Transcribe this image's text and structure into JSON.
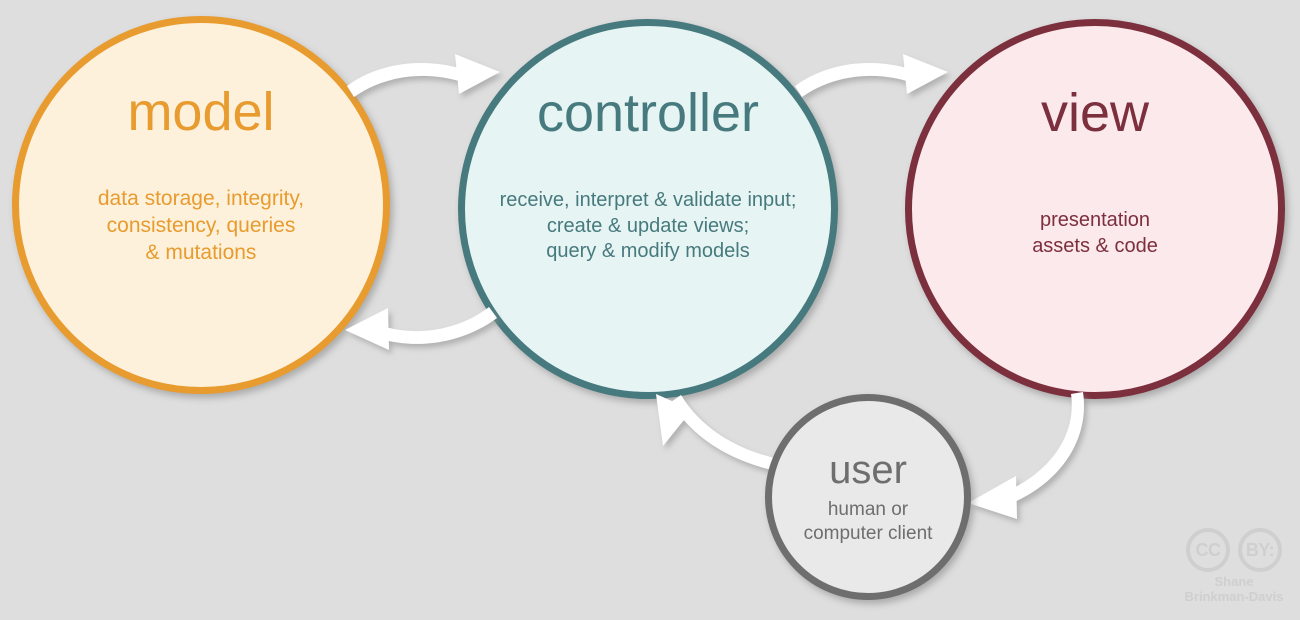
{
  "background_color": "#dedede",
  "nodes": {
    "model": {
      "title": "model",
      "description": "data storage, integrity,\nconsistency, queries\n& mutations",
      "border_color": "#e89b2e",
      "fill_color": "#fdf1db",
      "text_color": "#e89b2e"
    },
    "controller": {
      "title": "controller",
      "description": "receive, interpret & validate input;\ncreate & update views;\nquery & modify models",
      "border_color": "#477a7e",
      "fill_color": "#e6f4f3",
      "text_color": "#477a7e"
    },
    "view": {
      "title": "view",
      "description": "presentation\nassets & code",
      "border_color": "#7c2f3d",
      "fill_color": "#fbe9ec",
      "text_color": "#7c2f3d"
    },
    "user": {
      "title": "user",
      "description": "human or\ncomputer client",
      "border_color": "#6e6e6e",
      "fill_color": "#e9e9e9",
      "text_color": "#6e6e6e"
    }
  },
  "arrows": [
    {
      "name": "model-to-controller",
      "from": "model",
      "to": "controller",
      "color": "#ffffff"
    },
    {
      "name": "controller-to-model",
      "from": "controller",
      "to": "model",
      "color": "#ffffff"
    },
    {
      "name": "controller-to-view",
      "from": "controller",
      "to": "view",
      "color": "#ffffff"
    },
    {
      "name": "view-to-user",
      "from": "view",
      "to": "user",
      "color": "#ffffff"
    },
    {
      "name": "user-to-controller",
      "from": "user",
      "to": "controller",
      "color": "#ffffff"
    }
  ],
  "license": {
    "cc_label": "CC",
    "by_label": "BY:",
    "credit": "Shane\nBrinkman-Davis",
    "color": "#cfcfcf"
  }
}
